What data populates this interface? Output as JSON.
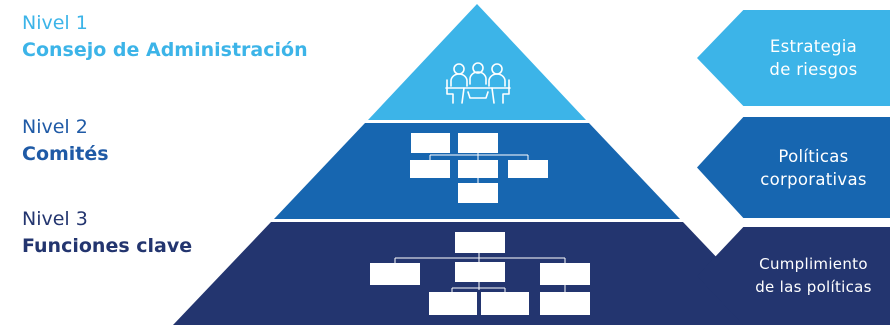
{
  "levels": [
    {
      "level": "Nivel 1",
      "title": "Consejo de Administración",
      "color": "#3cb4e8"
    },
    {
      "level": "Nivel 2",
      "title": "Comités",
      "color": "#1f5aa6"
    },
    {
      "level": "Nivel 3",
      "title": "Funciones clave",
      "color": "#23356f"
    }
  ],
  "tags": [
    {
      "line1": "Estrategia",
      "line2": "de riesgos",
      "color": "#3cb4e8"
    },
    {
      "line1": "Políticas",
      "line2": "corporativas",
      "color": "#1766b0"
    },
    {
      "line1": "Cumplimiento",
      "line2": "de las políticas",
      "color": "#23356f"
    }
  ],
  "pyramid": {
    "tier_colors": [
      "#3cb4e8",
      "#1766b0",
      "#23356f"
    ],
    "icons": [
      "meeting-people-icon",
      "committee-org-chart-icon",
      "key-functions-org-chart-icon"
    ]
  }
}
